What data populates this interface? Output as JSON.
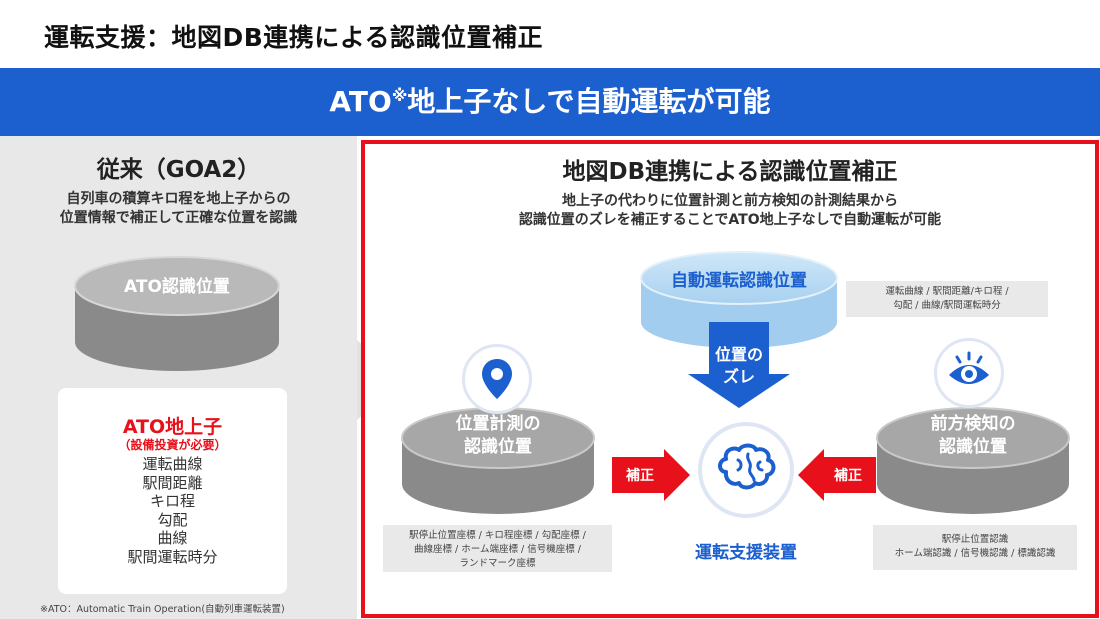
{
  "page_title": "運転支援：地図DB連携による認識位置補正",
  "banner": {
    "text_main": "ATO",
    "text_mark": "※",
    "text_rest": "地上子なしで自動運転が可能"
  },
  "left": {
    "heading": "従来（GOA2）",
    "description_line1": "自列車の積算キロ程を地上子からの",
    "description_line2": "位置情報で補正して正確な位置を認識",
    "cylinder_label": "ATO認識位置",
    "box_title": "ATO地上子",
    "box_subtitle": "（設備投資が必要）",
    "box_items": [
      "運転曲線",
      "駅間距離",
      "キロ程",
      "勾配",
      "曲線",
      "駅間運転時分"
    ],
    "footnote": "※ATO：Automatic Train Operation(自動列車運転装置)"
  },
  "right": {
    "heading": "地図DB連携による認識位置補正",
    "description_line1": "地上子の代わりに位置計測と前方検知の計測結果から",
    "description_line2": "認識位置のズレを補正することでATO地上子なしで自動運転が可能",
    "top_cylinder_label": "自動運転認識位置",
    "top_info_line1": "運転曲線 / 駅間距離/キロ程 /",
    "top_info_line2": "勾配 / 曲線/駅間運転時分",
    "offset_label_line1": "位置の",
    "offset_label_line2": "ズレ",
    "left_cylinder_line1": "位置計測の",
    "left_cylinder_line2": "認識位置",
    "left_info_line1": "駅停止位置座標 / キロ程座標 / 勾配座標 /",
    "left_info_line2": "曲線座標 / ホーム端座標 / 信号機座標 /",
    "left_info_line3": "ランドマーク座標",
    "right_cylinder_line1": "前方検知の",
    "right_cylinder_line2": "認識位置",
    "right_info_line1": "駅停止位置認識",
    "right_info_line2": "ホーム端認識 / 信号機認識 / 標識認識",
    "correction_left": "補正",
    "correction_right": "補正",
    "device_label": "運転支援装置"
  },
  "colors": {
    "banner_blue": "#1c5fce",
    "red_border": "#e8101a",
    "cylinder_gray": "#8e8e8e",
    "cylinder_light_blue": "#a9d3f2"
  },
  "icons": {
    "location": "map-pin-icon",
    "eye": "eye-icon",
    "brain": "brain-icon",
    "arrow": "chevron-right-icon"
  }
}
